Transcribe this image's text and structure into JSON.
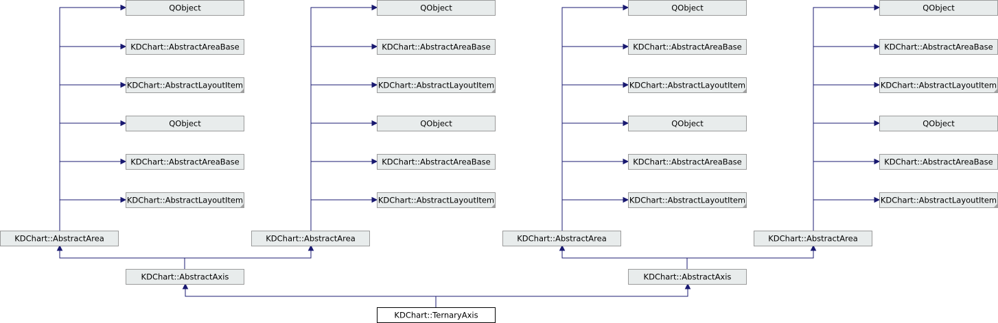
{
  "diagram": {
    "type": "inheritance-graph",
    "nodes": [
      {
        "id": "c0_qo1",
        "label": "QObject",
        "folded": false
      },
      {
        "id": "c0_aab1",
        "label": "KDChart::AbstractAreaBase",
        "folded": false
      },
      {
        "id": "c0_ali1",
        "label": "KDChart::AbstractLayoutItem",
        "folded": true
      },
      {
        "id": "c0_qo2",
        "label": "QObject",
        "folded": false
      },
      {
        "id": "c0_aab2",
        "label": "KDChart::AbstractAreaBase",
        "folded": false
      },
      {
        "id": "c0_ali2",
        "label": "KDChart::AbstractLayoutItem",
        "folded": true
      },
      {
        "id": "c0_area",
        "label": "KDChart::AbstractArea",
        "folded": false
      },
      {
        "id": "c1_qo1",
        "label": "QObject",
        "folded": false
      },
      {
        "id": "c1_aab1",
        "label": "KDChart::AbstractAreaBase",
        "folded": false
      },
      {
        "id": "c1_ali1",
        "label": "KDChart::AbstractLayoutItem",
        "folded": true
      },
      {
        "id": "c1_qo2",
        "label": "QObject",
        "folded": false
      },
      {
        "id": "c1_aab2",
        "label": "KDChart::AbstractAreaBase",
        "folded": false
      },
      {
        "id": "c1_ali2",
        "label": "KDChart::AbstractLayoutItem",
        "folded": true
      },
      {
        "id": "c1_area",
        "label": "KDChart::AbstractArea",
        "folded": false
      },
      {
        "id": "c2_qo1",
        "label": "QObject",
        "folded": false
      },
      {
        "id": "c2_aab1",
        "label": "KDChart::AbstractAreaBase",
        "folded": false
      },
      {
        "id": "c2_ali1",
        "label": "KDChart::AbstractLayoutItem",
        "folded": true
      },
      {
        "id": "c2_qo2",
        "label": "QObject",
        "folded": false
      },
      {
        "id": "c2_aab2",
        "label": "KDChart::AbstractAreaBase",
        "folded": false
      },
      {
        "id": "c2_ali2",
        "label": "KDChart::AbstractLayoutItem",
        "folded": true
      },
      {
        "id": "c2_area",
        "label": "KDChart::AbstractArea",
        "folded": false
      },
      {
        "id": "c3_qo1",
        "label": "QObject",
        "folded": false
      },
      {
        "id": "c3_aab1",
        "label": "KDChart::AbstractAreaBase",
        "folded": false
      },
      {
        "id": "c3_ali1",
        "label": "KDChart::AbstractLayoutItem",
        "folded": true
      },
      {
        "id": "c3_qo2",
        "label": "QObject",
        "folded": false
      },
      {
        "id": "c3_aab2",
        "label": "KDChart::AbstractAreaBase",
        "folded": false
      },
      {
        "id": "c3_ali2",
        "label": "KDChart::AbstractLayoutItem",
        "folded": true
      },
      {
        "id": "c3_area",
        "label": "KDChart::AbstractArea",
        "folded": false
      },
      {
        "id": "axis_l",
        "label": "KDChart::AbstractAxis",
        "folded": false
      },
      {
        "id": "axis_r",
        "label": "KDChart::AbstractAxis",
        "folded": false
      },
      {
        "id": "ternary",
        "label": "KDChart::TernaryAxis",
        "folded": false,
        "main": true
      }
    ],
    "edges": [
      {
        "from": "c0_area",
        "to": "c0_qo1"
      },
      {
        "from": "c0_area",
        "to": "c0_aab1"
      },
      {
        "from": "c0_area",
        "to": "c0_ali1"
      },
      {
        "from": "c0_area",
        "to": "c0_qo2"
      },
      {
        "from": "c0_area",
        "to": "c0_aab2"
      },
      {
        "from": "c0_area",
        "to": "c0_ali2"
      },
      {
        "from": "c1_area",
        "to": "c1_qo1"
      },
      {
        "from": "c1_area",
        "to": "c1_aab1"
      },
      {
        "from": "c1_area",
        "to": "c1_ali1"
      },
      {
        "from": "c1_area",
        "to": "c1_qo2"
      },
      {
        "from": "c1_area",
        "to": "c1_aab2"
      },
      {
        "from": "c1_area",
        "to": "c1_ali2"
      },
      {
        "from": "c2_area",
        "to": "c2_qo1"
      },
      {
        "from": "c2_area",
        "to": "c2_aab1"
      },
      {
        "from": "c2_area",
        "to": "c2_ali1"
      },
      {
        "from": "c2_area",
        "to": "c2_qo2"
      },
      {
        "from": "c2_area",
        "to": "c2_aab2"
      },
      {
        "from": "c2_area",
        "to": "c2_ali2"
      },
      {
        "from": "c3_area",
        "to": "c3_qo1"
      },
      {
        "from": "c3_area",
        "to": "c3_aab1"
      },
      {
        "from": "c3_area",
        "to": "c3_ali1"
      },
      {
        "from": "c3_area",
        "to": "c3_qo2"
      },
      {
        "from": "c3_area",
        "to": "c3_aab2"
      },
      {
        "from": "c3_area",
        "to": "c3_ali2"
      },
      {
        "from": "axis_l",
        "to": "c0_area"
      },
      {
        "from": "axis_l",
        "to": "c1_area"
      },
      {
        "from": "axis_r",
        "to": "c2_area"
      },
      {
        "from": "axis_r",
        "to": "c3_area"
      },
      {
        "from": "ternary",
        "to": "axis_l"
      },
      {
        "from": "ternary",
        "to": "axis_r"
      }
    ]
  }
}
